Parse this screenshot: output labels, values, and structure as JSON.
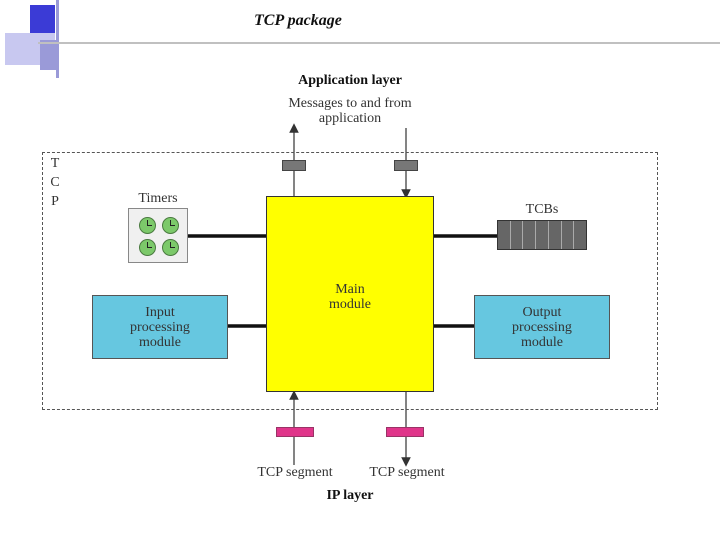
{
  "slide": {
    "title": "TCP package"
  },
  "diagram": {
    "application_layer": "Application layer",
    "messages_label_line1": "Messages to and from",
    "messages_label_line2": "application",
    "tcp_side_letters": [
      "T",
      "C",
      "P"
    ],
    "timers_label": "Timers",
    "tcbs_label": "TCBs",
    "main_module": "Main\nmodule",
    "input_module": "Input\nprocessing\nmodule",
    "output_module": "Output\nprocessing\nmodule",
    "tcp_segment_left": "TCP segment",
    "tcp_segment_right": "TCP segment",
    "ip_layer": "IP layer",
    "colors": {
      "main_module": "#ffff00",
      "processing_module": "#66c7e0",
      "ip_port": "#e0358a",
      "app_port": "#777777",
      "timer_clock": "#7cc96a",
      "slide_accent": "#3b3bd6"
    }
  }
}
